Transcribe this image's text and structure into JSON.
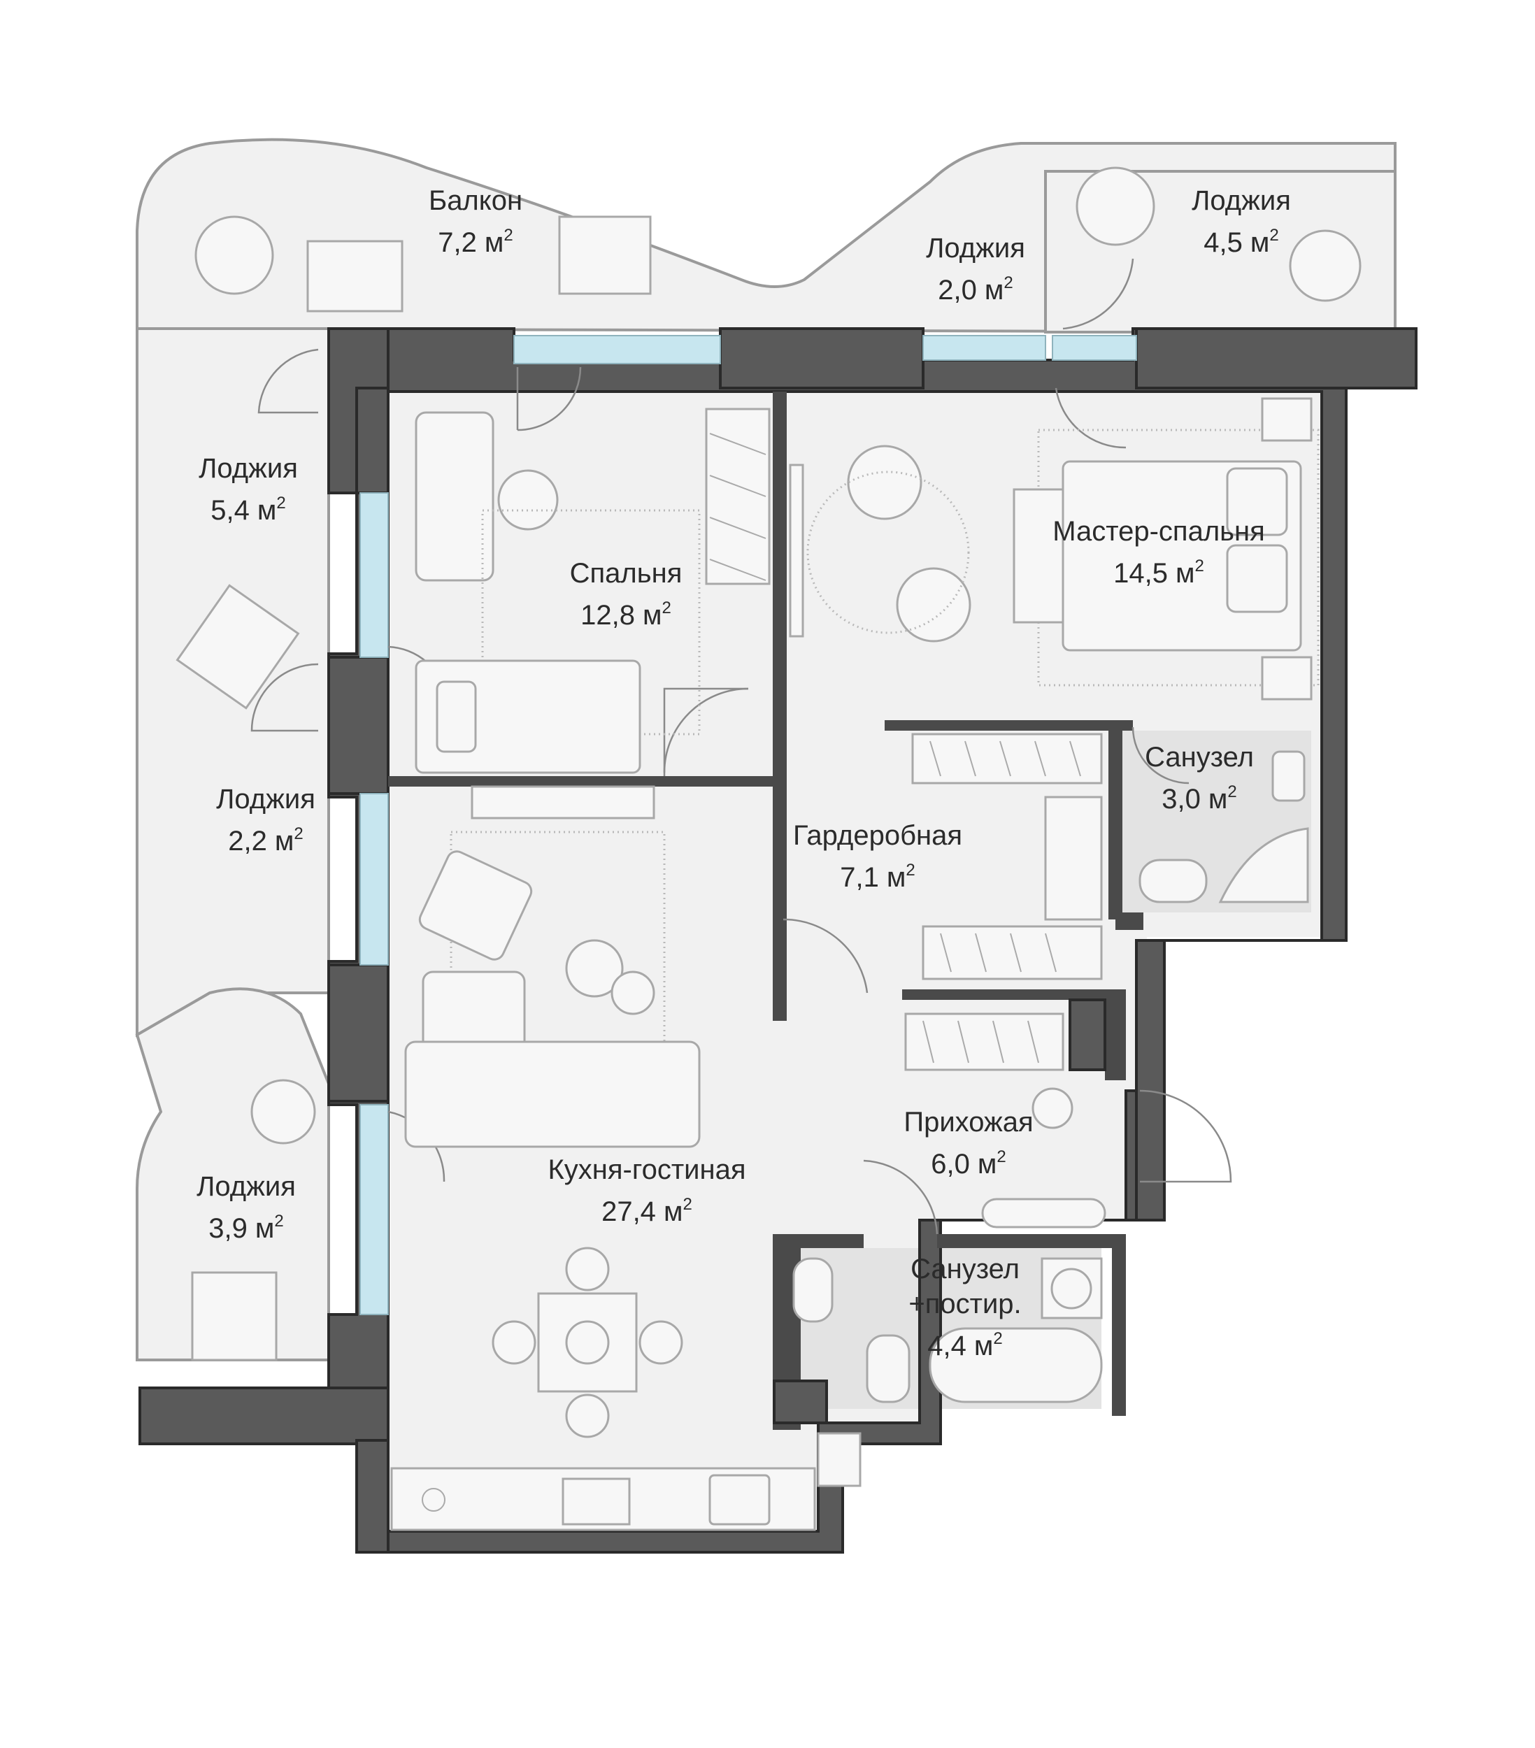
{
  "rooms": {
    "balcony": {
      "name": "Балкон",
      "area": "7,2 м",
      "unit_sup": "2"
    },
    "loggia_top_mid": {
      "name": "Лоджия",
      "area": "2,0 м",
      "unit_sup": "2"
    },
    "loggia_top_right": {
      "name": "Лоджия",
      "area": "4,5 м",
      "unit_sup": "2"
    },
    "loggia_left_top": {
      "name": "Лоджия",
      "area": "5,4 м",
      "unit_sup": "2"
    },
    "loggia_left_mid": {
      "name": "Лоджия",
      "area": "2,2 м",
      "unit_sup": "2"
    },
    "loggia_left_bottom": {
      "name": "Лоджия",
      "area": "3,9 м",
      "unit_sup": "2"
    },
    "bedroom": {
      "name": "Спальня",
      "area": "12,8 м",
      "unit_sup": "2"
    },
    "master_bedroom": {
      "name": "Мастер-спальня",
      "area": "14,5 м",
      "unit_sup": "2"
    },
    "wardrobe": {
      "name": "Гардеробная",
      "area": "7,1 м",
      "unit_sup": "2"
    },
    "bathroom_small": {
      "name": "Санузел",
      "area": "3,0 м",
      "unit_sup": "2"
    },
    "hallway": {
      "name": "Прихожая",
      "area": "6,0 м",
      "unit_sup": "2"
    },
    "bathroom_laundry": {
      "name": "Санузел",
      "name2": "+постир.",
      "area": "4,4 м",
      "unit_sup": "2"
    },
    "kitchen_living": {
      "name": "Кухня-гостиная",
      "area": "27,4 м",
      "unit_sup": "2"
    }
  },
  "colors": {
    "wall": "#5a5a5a",
    "floor": "#f1f1f1",
    "window": "#c7e6ef",
    "text": "#2b2b2b"
  }
}
